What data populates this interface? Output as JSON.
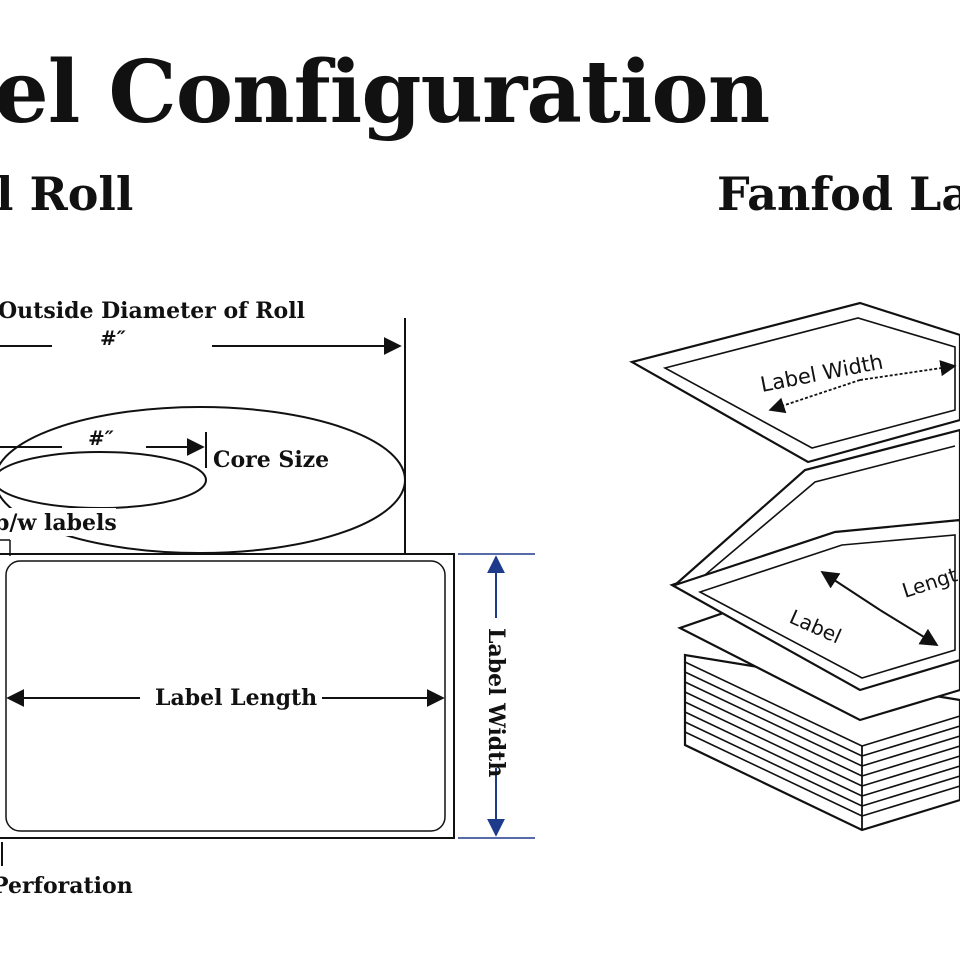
{
  "title": "el Configuration",
  "roll": {
    "heading": "l Roll",
    "outside_diameter": "Outside Diameter of Roll",
    "outside_value": "#″",
    "core_value": "#″",
    "core_size": "Core Size",
    "bw_labels": "b/w labels",
    "label_length": "Label Length",
    "label_width": "Label Width",
    "perforation": "Perforation"
  },
  "fanfold": {
    "heading": "Fanfod Lab",
    "label_width": "Label Width",
    "label_word": "Label",
    "length_word": "Lengt"
  }
}
